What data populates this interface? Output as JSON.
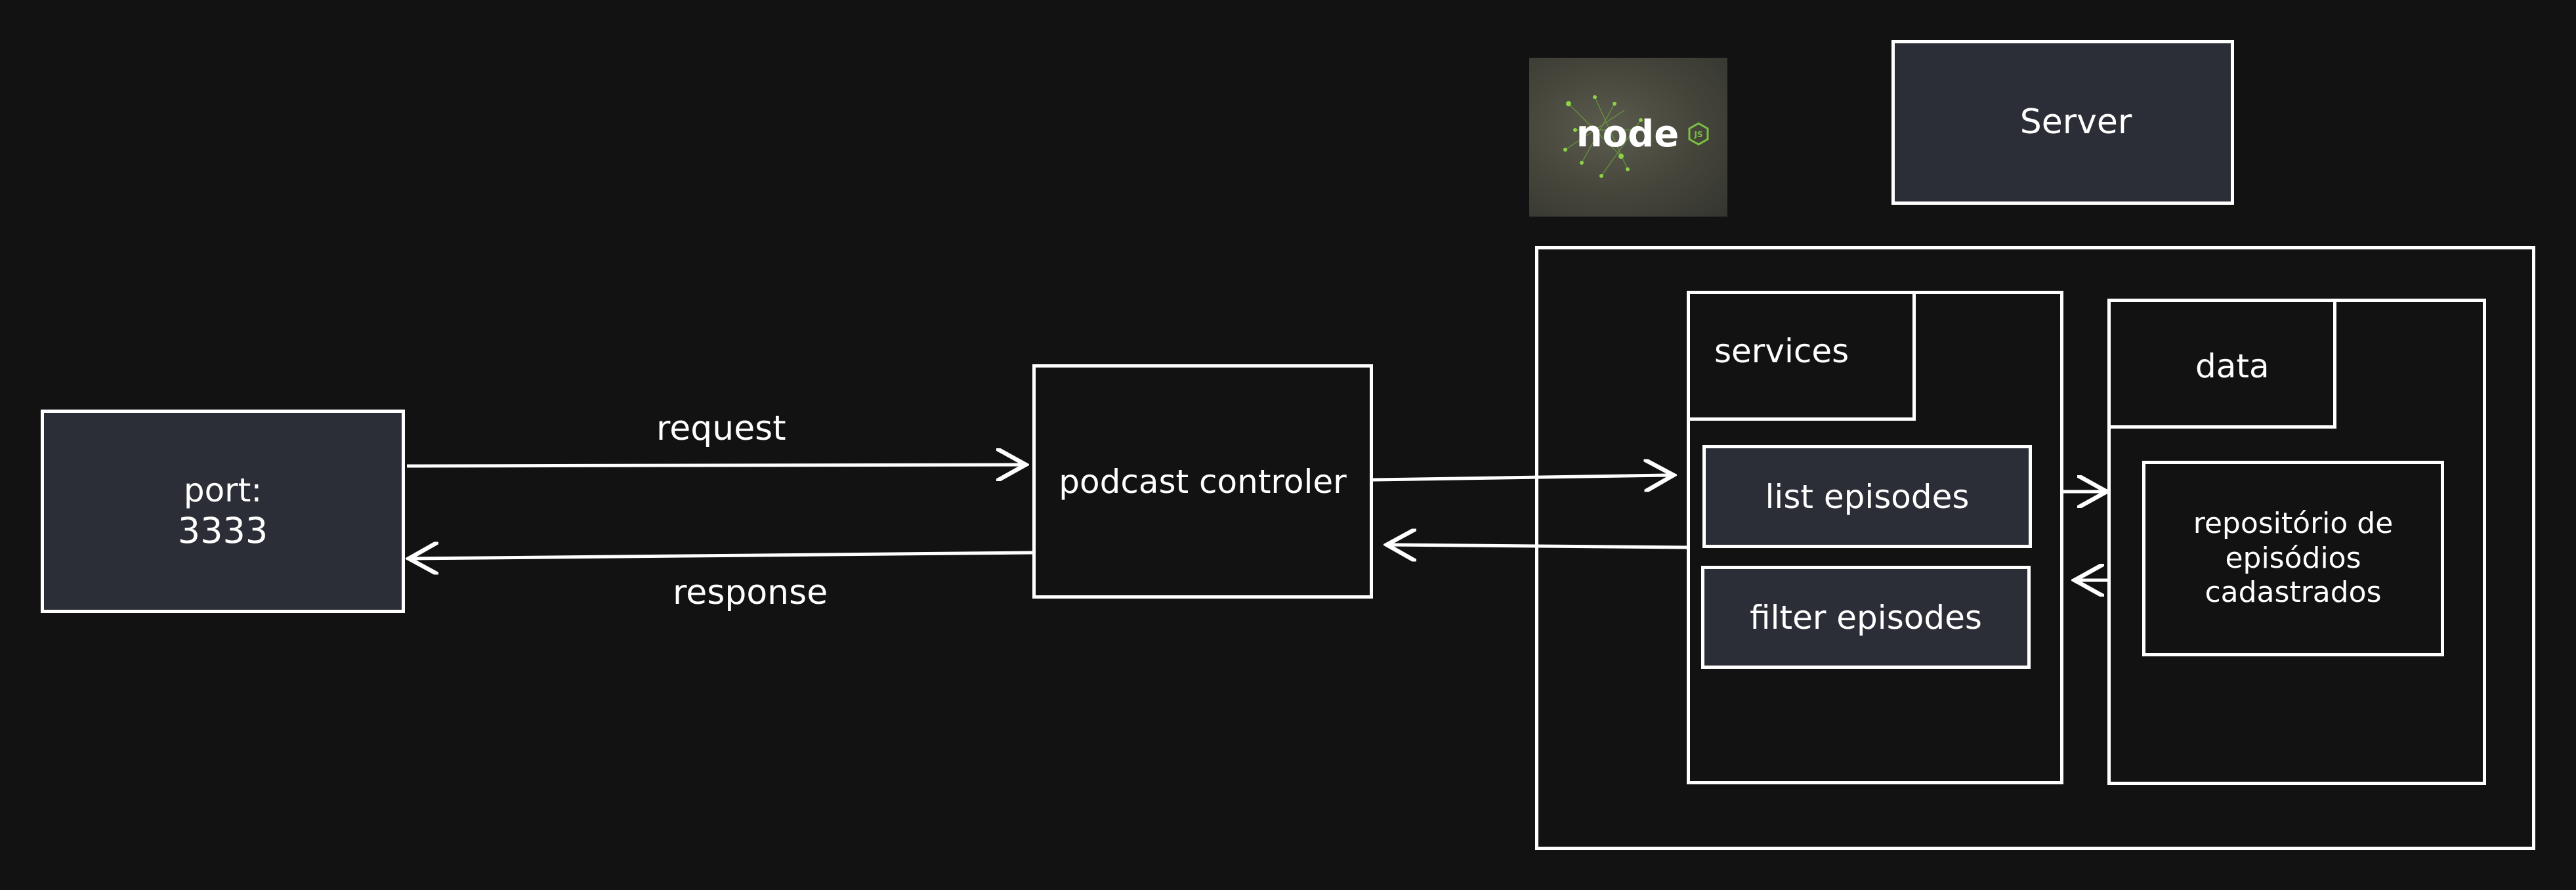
{
  "diagram": {
    "port_box": {
      "line1": "port:",
      "line2": "3333"
    },
    "request_label": "request",
    "response_label": "response",
    "controller_label": "podcast controler",
    "server_label": "Server",
    "logo": {
      "name": "nodejs-logo",
      "wordmark": "node",
      "badge": "JS"
    },
    "services": {
      "tab_label": "services",
      "items": [
        "list episodes",
        "filter episodes"
      ]
    },
    "data": {
      "tab_label": "data",
      "repository_lines": [
        "repositório de",
        "episódios",
        "cadastrados"
      ]
    },
    "colors": {
      "background": "#121212",
      "stroke": "#ffffff",
      "box_fill": "#2b2e36",
      "logo_green": "#7bc043"
    }
  }
}
